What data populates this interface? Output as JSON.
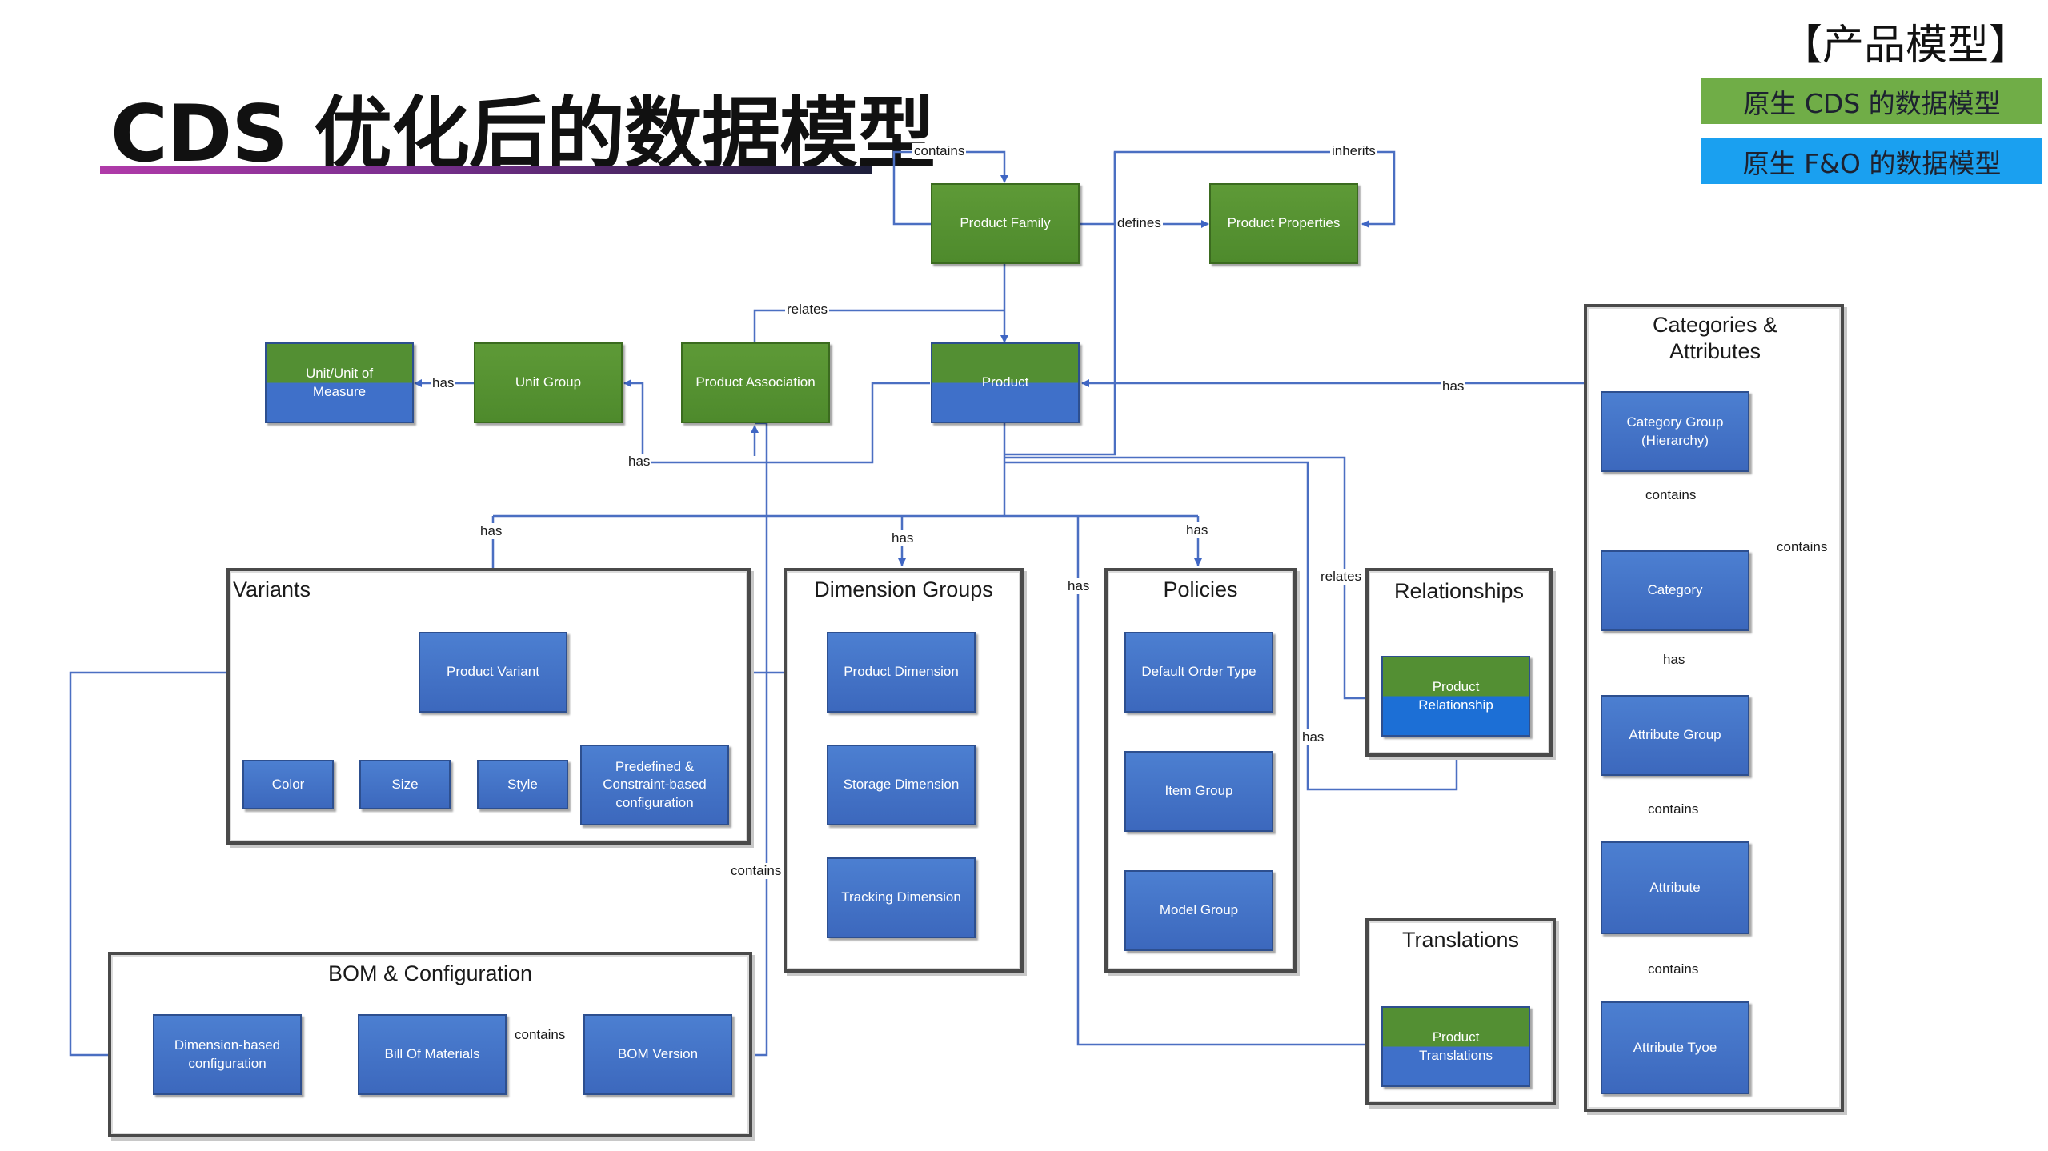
{
  "header": {
    "title": "CDS 优化后的数据模型",
    "section_tag": "【产品模型】"
  },
  "legend": {
    "native_cds": "原生 CDS 的数据模型",
    "native_fo": "原生 F&O 的数据模型",
    "colors": {
      "cds_green": "#70ad47",
      "fo_blue": "#1aa0f0"
    }
  },
  "groups": {
    "variants": "Variants",
    "dimension_groups": "Dimension Groups",
    "policies": "Policies",
    "relationships": "Relationships",
    "categories": "Categories & Attributes",
    "bom": "BOM & Configuration",
    "translations": "Translations"
  },
  "nodes": {
    "product_family": "Product Family",
    "product_properties": "Product Properties",
    "product": "Product",
    "product_association": "Product Association",
    "unit_group": "Unit Group",
    "unit_of_measure": "Unit/Unit of Measure",
    "product_variant": "Product Variant",
    "color": "Color",
    "size": "Size",
    "style": "Style",
    "predefined": "Predefined & Constraint-based configuration",
    "product_dimension": "Product Dimension",
    "storage_dimension": "Storage Dimension",
    "tracking_dimension": "Tracking Dimension",
    "default_order_type": "Default Order Type",
    "item_group": "Item Group",
    "model_group": "Model Group",
    "product_relationship": "Product Relationship",
    "product_translations": "Product Translations",
    "category_group": "Category Group (Hierarchy)",
    "category": "Category",
    "attribute_group": "Attribute Group",
    "attribute": "Attribute",
    "attribute_type": "Attribute Tyoe",
    "dimension_config": "Dimension-based configuration",
    "bill_of_materials": "Bill Of Materials",
    "bom_version": "BOM Version"
  },
  "edge_labels": {
    "contains_family": "contains",
    "inherits": "inherits",
    "defines": "defines",
    "relates_assoc": "relates",
    "has_unit": "has",
    "has_unitgroup": "has",
    "has_categories": "has",
    "has_variants": "has",
    "has_dimension": "has",
    "has_policies": "has",
    "has_translations": "has",
    "relates_relationship": "relates",
    "has_relationship": "has",
    "contains_catgroup": "contains",
    "contains_category": "contains",
    "has_attrgroup": "has",
    "contains_attrgroup": "contains",
    "contains_attribute": "contains",
    "contains_assoc": "contains",
    "contains_bom": "contains"
  }
}
